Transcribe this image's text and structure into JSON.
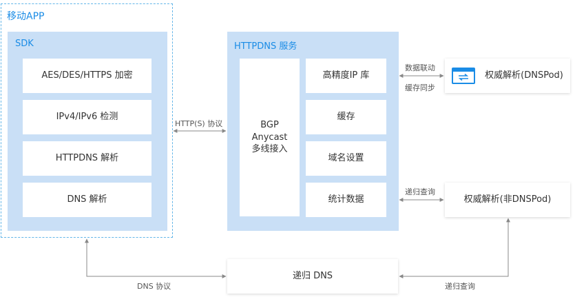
{
  "mobile_app": {
    "title": "移动APP"
  },
  "sdk": {
    "title": "SDK",
    "items": [
      {
        "label": "AES/DES/HTTPS 加密"
      },
      {
        "label": "IPv4/IPv6 检测"
      },
      {
        "label": "HTTPDNS 解析"
      },
      {
        "label": "DNS 解析"
      }
    ]
  },
  "httpdns": {
    "title": "HTTPDNS 服务",
    "bgp": {
      "line1": "BGP",
      "line2": "Anycast",
      "line3": "多线接入"
    },
    "items": [
      {
        "label": "高精度IP 库"
      },
      {
        "label": "缓存"
      },
      {
        "label": "域名设置"
      },
      {
        "label": "统计数据"
      }
    ]
  },
  "authoritative_dnspod": {
    "label": "权威解析(DNSPod)",
    "icon": "dnspod-logo-icon",
    "icon_color": "#1a8ce6"
  },
  "authoritative_non_dnspod": {
    "label": "权威解析(非DNSPod)"
  },
  "recursive_dns": {
    "label": "递归 DNS"
  },
  "connections": {
    "http_protocol": "HTTP(S) 协议",
    "data_link": "数据联动",
    "cache_sync": "缓存同步",
    "recursive_query_1": "递归查询",
    "dns_protocol": "DNS 协议",
    "recursive_query_2": "递归查询"
  },
  "colors": {
    "accent": "#1a8ce6",
    "panel": "#c9dff6",
    "dashed_border": "#62b5e8",
    "arrow": "#888888"
  }
}
